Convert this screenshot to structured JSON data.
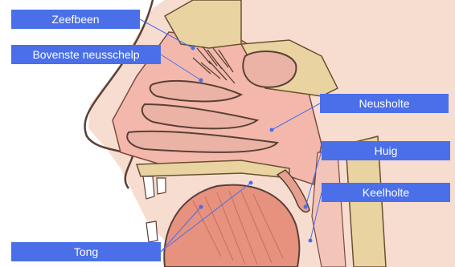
{
  "labels": {
    "zeefbeen": "Zeefbeen",
    "bovenste_neusschelp": "Bovenste neusschelp",
    "neusholte": "Neusholte",
    "huig": "Huig",
    "keelholte": "Keelholte",
    "tong": "Tong"
  },
  "colors": {
    "label_fill": "#4a6fe8",
    "label_text": "#ffffff",
    "leader_line": "#4a6fe8",
    "skin": "#f0c2b0",
    "skin_outline": "#5a4038",
    "mucosa": "#f3b8ab",
    "bone": "#e9d3a0",
    "tongue": "#e7917f"
  }
}
